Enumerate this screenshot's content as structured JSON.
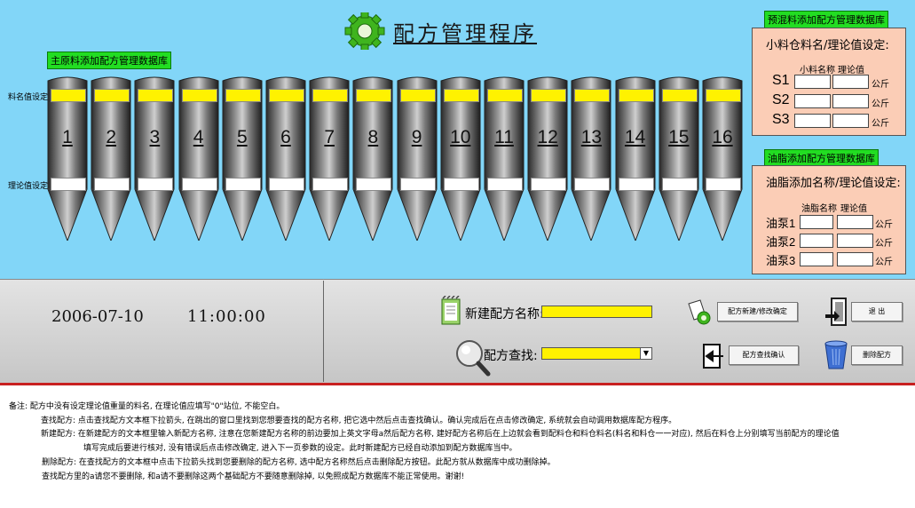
{
  "app": {
    "title": "配方管理程序"
  },
  "silo_panel": {
    "tag": "主原料添加配方管理数据库",
    "name_row_label": "料名值设定:",
    "value_row_label": "理论值设定:",
    "silos": [
      "1",
      "2",
      "3",
      "4",
      "5",
      "6",
      "7",
      "8",
      "9",
      "10",
      "11",
      "12",
      "13",
      "14",
      "15",
      "16"
    ]
  },
  "small_bin": {
    "tag": "预混料添加配方管理数据库",
    "title": "小料仓料名/理论值设定:",
    "col_name": "小料名称",
    "col_value": "理论值",
    "rows": [
      {
        "label": "S1",
        "unit": "公斤"
      },
      {
        "label": "S2",
        "unit": "公斤"
      },
      {
        "label": "S3",
        "unit": "公斤"
      }
    ]
  },
  "oil": {
    "tag": "油脂添加配方管理数据库",
    "title": "油脂添加名称/理论值设定:",
    "col_name": "油脂名称",
    "col_value": "理论值",
    "rows": [
      {
        "label": "油泵1",
        "unit": "公斤"
      },
      {
        "label": "油泵2",
        "unit": "公斤"
      },
      {
        "label": "油泵3",
        "unit": "公斤"
      }
    ]
  },
  "status": {
    "date": "2006-07-10",
    "time": "11:00:00"
  },
  "controls": {
    "new_recipe_label": "新建配方名称:",
    "search_label": "配方查找:",
    "confirm_new": "配方新建/修改确定",
    "confirm_search": "配方查找确认",
    "exit": "退 出",
    "delete": "删除配方"
  },
  "notes": [
    "备注: 配方中没有设定理论值重量的料名, 在理论值应填写\"0\"站位, 不能空白。",
    "查找配方: 点击查找配方文本框下拉箭头, 在跳出的窗口里找到您想要查找的配方名称, 把它选中然后点击查找确认。确认完成后在点击修改确定, 系统就会自动调用数据库配方程序。",
    "新建配方: 在新建配方的文本框里输入新配方名称, 注意在您新建配方名称的前边要加上英文字母a然后配方名称, 建好配方名称后在上边就会看到配料仓和料仓料名(料名和料仓一一对应), 然后在料仓上分别填写当前配方的理论值",
    "填写完成后要进行核对, 没有错误后点击修改确定, 进入下一页参数的设定。此时新建配方已经自动添加到配方数据库当中。",
    "删除配方: 在查找配方的文本框中点击下拉箭头找到您要删除的配方名称, 选中配方名称然后点击删除配方按钮。此配方就从数据库中成功删除掉。",
    "查找配方里的a请您不要删除, 和a请不要删除这两个基础配方不要随意删除掉, 以免照成配方数据库不能正常使用。谢谢!"
  ],
  "colors": {
    "background": "#82D6F8",
    "tag_green": "#22DD22",
    "panel_pink": "#FBCDB6",
    "input_yellow": "#FFF200",
    "accent_red": "#C82020"
  }
}
